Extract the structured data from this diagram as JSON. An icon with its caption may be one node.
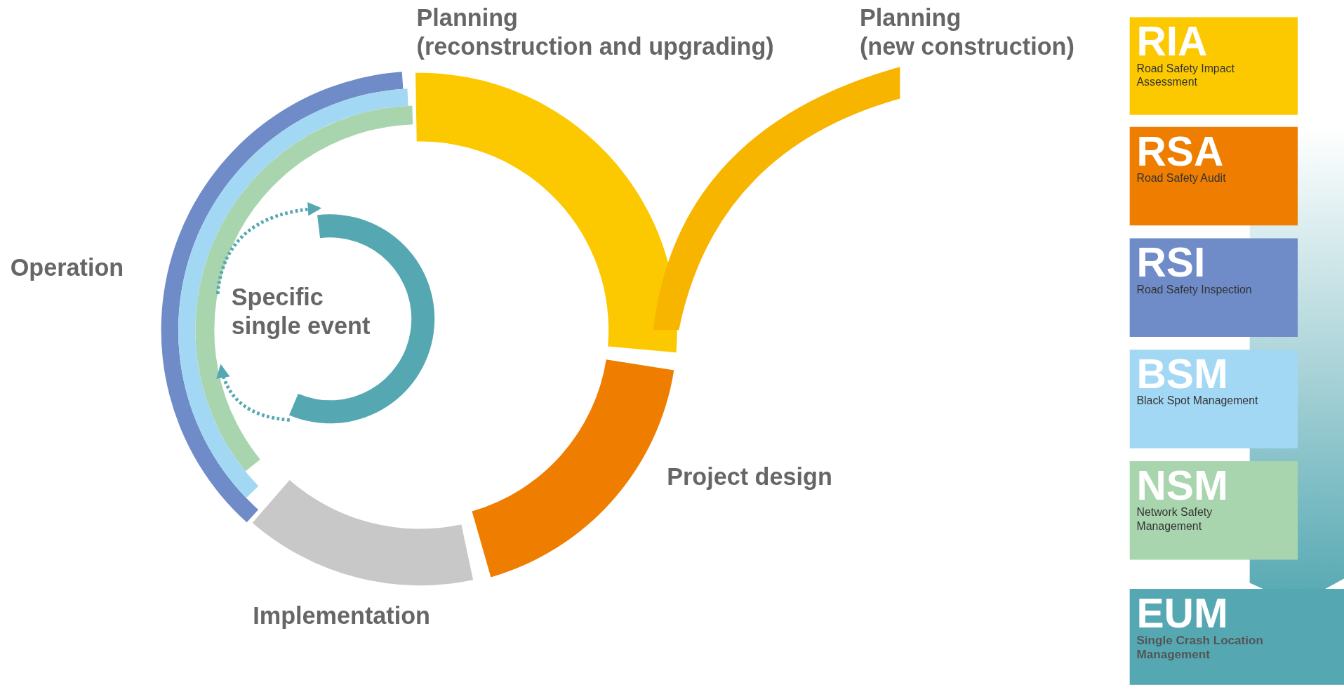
{
  "diagram": {
    "nodes": [
      {
        "text": [],
        "shape": "arc",
        "beside": [
          "Planning (reconstruction and upgrading)"
        ]
      },
      {
        "text": [],
        "shape": "arc",
        "beside": [
          "Planning (new construction)"
        ]
      },
      {
        "text": [],
        "shape": "arc",
        "beside": [
          "Project design"
        ]
      },
      {
        "text": [],
        "shape": "arc",
        "beside": [
          "Implementation"
        ]
      },
      {
        "text": [],
        "shape": "arc",
        "beside": [
          "Operation"
        ]
      },
      {
        "text": [],
        "shape": "arc"
      },
      {
        "text": [],
        "shape": "arc"
      },
      {
        "text": [],
        "shape": "arc",
        "beside": [
          "Specific single event"
        ]
      },
      {
        "text": [
          "RIA",
          "Road Safety Impact Assessment"
        ]
      },
      {
        "text": [
          "RSA",
          "Road Safety Audit"
        ]
      },
      {
        "text": [
          "RSI",
          "Road Safety Inspection"
        ]
      },
      {
        "text": [
          "BSM",
          "Black Spot Management"
        ]
      },
      {
        "text": [
          "NSM",
          "Network Safety Management"
        ]
      },
      {
        "text": [
          "EUM",
          "Single Crash Location Management"
        ]
      }
    ],
    "edges": [
      {
        "from": 6,
        "to": 7,
        "arrow": "to",
        "style": "dashed"
      },
      {
        "from": 7,
        "to": 6,
        "arrow": "to",
        "style": "dashed"
      }
    ]
  }
}
